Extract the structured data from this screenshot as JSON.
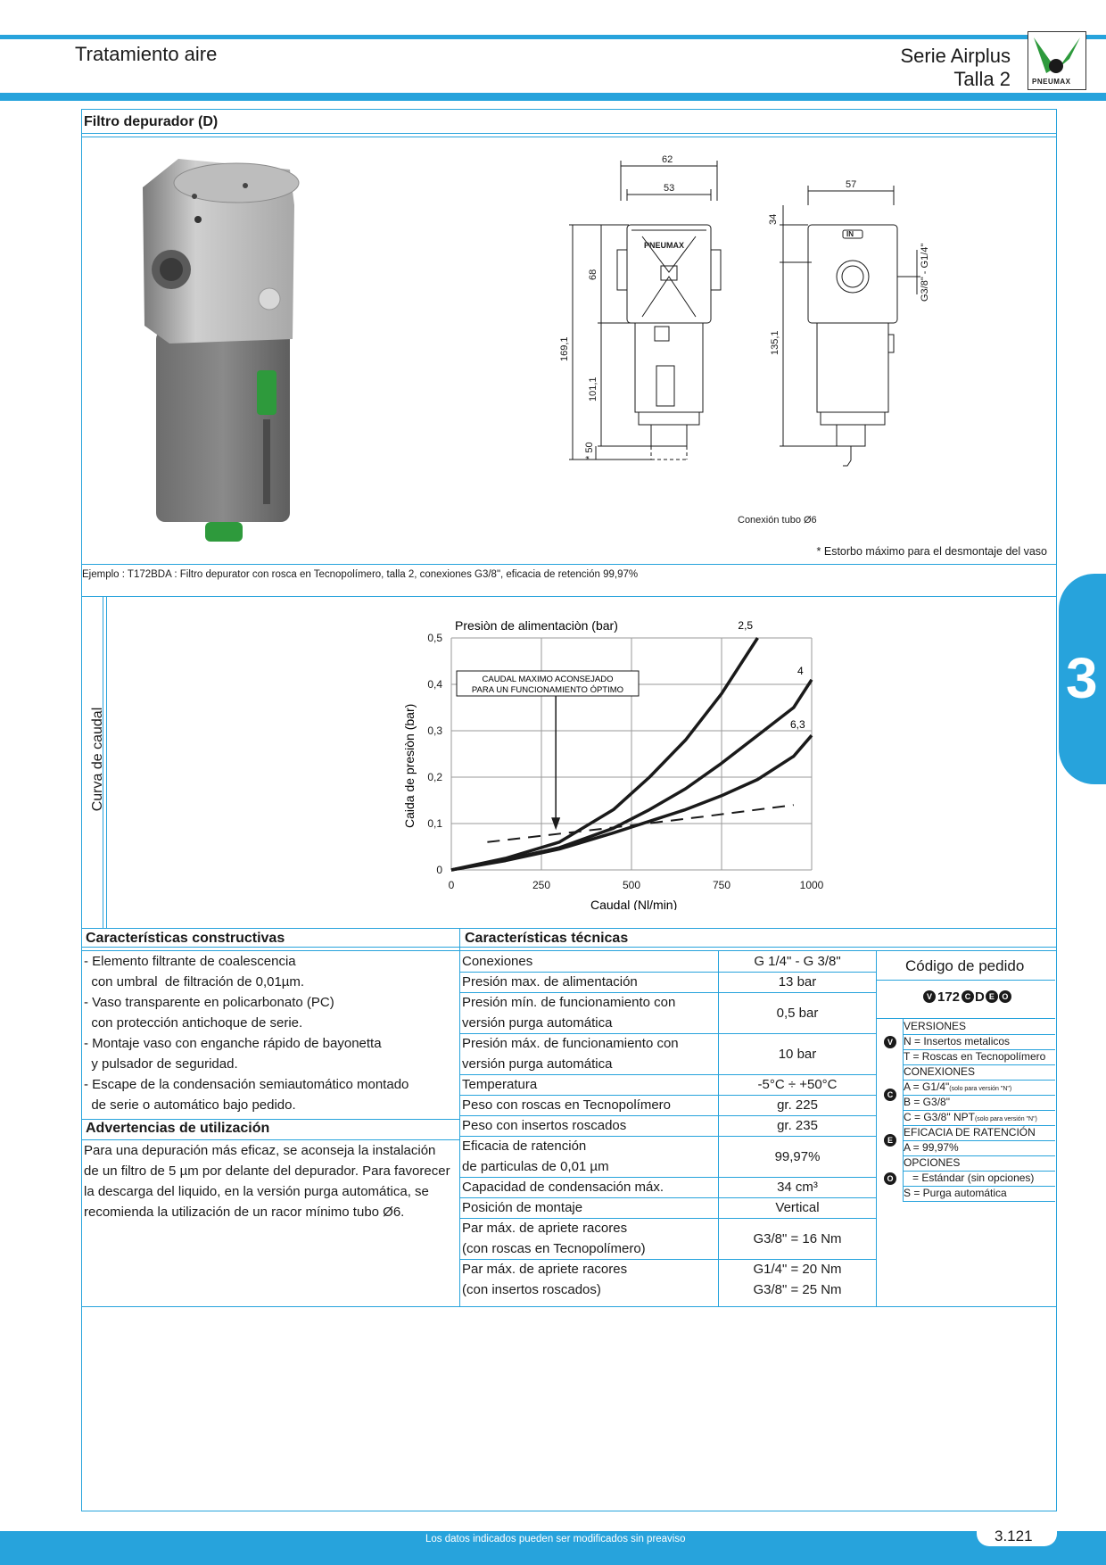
{
  "header": {
    "left_title": "Tratamiento aire",
    "series": "Serie Airplus",
    "size": "Talla 2",
    "logo_text": "PNEUMAX"
  },
  "section_title": "Filtro depurador (D)",
  "side_tab": "3",
  "drawing": {
    "dims": {
      "w62": "62",
      "w53": "53",
      "w57": "57",
      "h34": "34",
      "h68": "68",
      "h169": "169,1",
      "h101": "101,1",
      "h50": "* 50",
      "h135": "135,1",
      "thread": "G3/8\" - G1/4\""
    },
    "tube_label": "Conexión tubo Ø6",
    "in_label": "IN",
    "label_brand": "PNEUMAX",
    "footnote": "* Estorbo máximo para el desmontaje del vaso"
  },
  "example": "Ejemplo : T172BDA : Filtro depurator con rosca en Tecnopolímero, talla 2, conexiones G3/8\", eficacia de retención 99,97%",
  "flow_curve": {
    "side_label": "Curva de caudal",
    "annotation_line1": "CAUDAL MAXIMO ACONSEJADO",
    "annotation_line2": "PARA UN FUNCIONAMIENTO ÓPTIMO"
  },
  "chart_data": {
    "type": "line",
    "title": "Presiòn de alimentaciòn (bar)",
    "xlabel": "Caudal (Nl/min)",
    "ylabel": "Caida de presiòn (bar)",
    "xlim": [
      0,
      1000
    ],
    "ylim": [
      0,
      0.5
    ],
    "x_ticks": [
      "0",
      "250",
      "500",
      "750",
      "1000"
    ],
    "y_ticks": [
      "0",
      "0,1",
      "0,2",
      "0,3",
      "0,4",
      "0,5"
    ],
    "grid": true,
    "series": [
      {
        "name": "2,5",
        "x": [
          0,
          150,
          300,
          450,
          550,
          650,
          750,
          850
        ],
        "y": [
          0,
          0.025,
          0.06,
          0.13,
          0.2,
          0.28,
          0.38,
          0.5
        ]
      },
      {
        "name": "4",
        "x": [
          0,
          150,
          300,
          450,
          550,
          650,
          750,
          850,
          950,
          1000
        ],
        "y": [
          0,
          0.022,
          0.048,
          0.09,
          0.13,
          0.175,
          0.23,
          0.29,
          0.35,
          0.41
        ]
      },
      {
        "name": "6,3",
        "x": [
          0,
          150,
          300,
          450,
          550,
          650,
          750,
          850,
          950,
          1000
        ],
        "y": [
          0,
          0.02,
          0.045,
          0.08,
          0.105,
          0.13,
          0.16,
          0.195,
          0.245,
          0.29
        ]
      },
      {
        "name": "",
        "style": "dashed",
        "x": [
          100,
          300,
          500,
          700,
          950
        ],
        "y": [
          0.06,
          0.078,
          0.096,
          0.115,
          0.14
        ]
      }
    ],
    "annotation_arrow_x": 290
  },
  "constructive": {
    "title": "Características constructivas",
    "lines": [
      "- Elemento filtrante de coalescencia",
      "  con umbral  de filtración de 0,01µm.",
      "- Vaso transparente en policarbonato (PC)",
      "  con protección antichoque de serie.",
      "- Montaje vaso con enganche rápido de bayonetta",
      "  y pulsador de seguridad.",
      "- Escape de la condensación semiautomático montado",
      "  de serie o automático bajo pedido."
    ]
  },
  "warnings": {
    "title": "Advertencias de utilización",
    "lines": [
      "Para una depuración más eficaz, se aconseja la instalación",
      "de un filtro de 5 µm por delante del depurador. Para favorecer",
      "la descarga del liquido, en la versión purga automática, se",
      "recomienda la utilización de un racor mínimo tubo Ø6."
    ]
  },
  "technical": {
    "title": "Características técnicas",
    "rows": [
      {
        "label1": "Conexiones",
        "label2": "",
        "value1": "G 1/4\" - G 3/8\"",
        "value2": ""
      },
      {
        "label1": "Presión max. de alimentación",
        "label2": "",
        "value1": "13 bar",
        "value2": ""
      },
      {
        "label1": "Presión mín. de funcionamiento con",
        "label2": "versión purga automática",
        "value1": "0,5 bar",
        "value2": ""
      },
      {
        "label1": "Presión máx. de funcionamiento con",
        "label2": "versión purga automática",
        "value1": "10 bar",
        "value2": ""
      },
      {
        "label1": "Temperatura",
        "label2": "",
        "value1": "-5°C ÷ +50°C",
        "value2": ""
      },
      {
        "label1": "Peso con roscas en Tecnopolímero",
        "label2": "",
        "value1": "gr. 225",
        "value2": ""
      },
      {
        "label1": "Peso con insertos roscados",
        "label2": "",
        "value1": "gr. 235",
        "value2": ""
      },
      {
        "label1": "Eficacia de ratención",
        "label2": "de particulas de  0,01 µm",
        "value1": "99,97%",
        "value2": ""
      },
      {
        "label1": "Capacidad de condensación máx.",
        "label2": "",
        "value1": "34 cm³",
        "value2": ""
      },
      {
        "label1": "Posición de montaje",
        "label2": "",
        "value1": "Vertical",
        "value2": ""
      },
      {
        "label1": "Par máx. de apriete racores",
        "label2": "(con roscas en Tecnopolímero)",
        "value1": "G3/8\" = 16 Nm",
        "value2": ""
      },
      {
        "label1": "Par máx. de apriete racores",
        "label2": "(con insertos roscados)",
        "value1": "G1/4\" = 20 Nm",
        "value2": "G3/8\" = 25 Nm"
      }
    ]
  },
  "order_code": {
    "title": "Código de pedido",
    "code_prefix": "V",
    "code_number": "172",
    "code_suffix": [
      "C",
      "D",
      "E",
      "O"
    ],
    "groups": [
      {
        "symbol": "V",
        "title": "VERSIONES",
        "items": [
          {
            "text": "N = Insertos metalicos",
            "note": ""
          },
          {
            "text": "T = Roscas en Tecnopolímero",
            "note": ""
          }
        ]
      },
      {
        "symbol": "C",
        "title": "CONEXIONES",
        "items": [
          {
            "text": "A = G1/4\"",
            "note": "(solo para versión \"N\")"
          },
          {
            "text": "B = G3/8\"",
            "note": ""
          },
          {
            "text": "C = G3/8\" NPT",
            "note": "(solo para versión \"N\")"
          }
        ]
      },
      {
        "symbol": "E",
        "title": "EFICACIA DE RATENCIÓN",
        "items": [
          {
            "text": "A = 99,97%",
            "note": ""
          }
        ]
      },
      {
        "symbol": "O",
        "title": "OPCIONES",
        "items": [
          {
            "text": "   = Estándar (sin opciones)",
            "note": ""
          },
          {
            "text": "S = Purga automática",
            "note": ""
          }
        ]
      }
    ]
  },
  "footer": {
    "disclaimer": "Los datos indicados pueden ser modificados sin preaviso",
    "page_number": "3.121"
  },
  "colors": {
    "accent": "#27a3dc",
    "dark": "#1a1a1a"
  }
}
